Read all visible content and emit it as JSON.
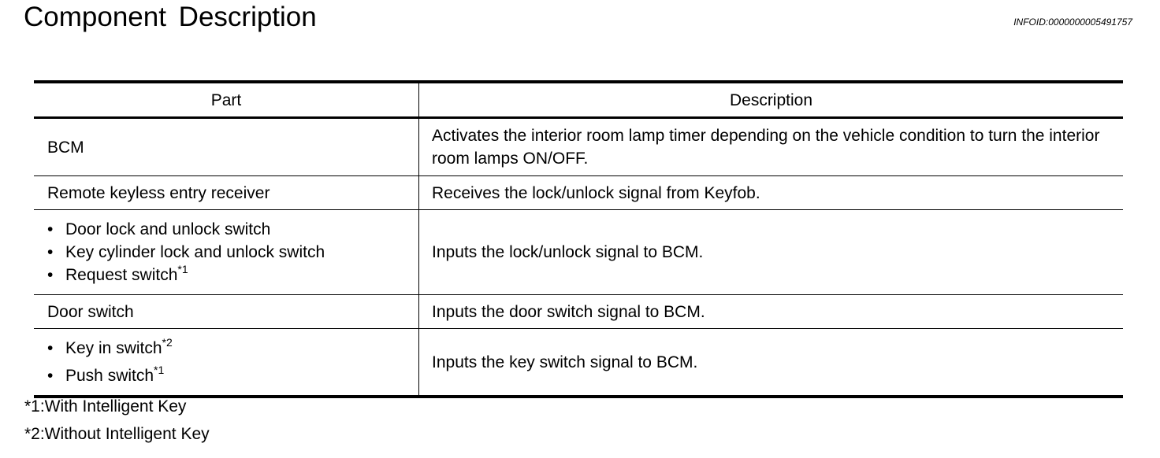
{
  "header": {
    "title": "Component Description",
    "info_id": "INFOID:0000000005491757"
  },
  "table": {
    "headers": {
      "part": "Part",
      "description": "Description"
    },
    "rows": [
      {
        "part": "BCM",
        "description": "Activates the interior room lamp timer depending on the vehicle condition to turn the interior room lamps ON/OFF."
      },
      {
        "part": "Remote keyless entry receiver",
        "description": "Receives the lock/unlock signal from Keyfob."
      },
      {
        "part_items": [
          {
            "text": "Door lock and unlock switch",
            "note": ""
          },
          {
            "text": "Key cylinder lock and unlock switch",
            "note": ""
          },
          {
            "text": "Request switch",
            "note": "*1"
          }
        ],
        "description": "Inputs the lock/unlock signal to BCM."
      },
      {
        "part": "Door switch",
        "description": "Inputs the door switch signal to BCM."
      },
      {
        "part_items": [
          {
            "text": "Key in switch",
            "note": "*2"
          },
          {
            "text": "Push switch",
            "note": "*1"
          }
        ],
        "description": "Inputs the key switch signal to BCM."
      }
    ]
  },
  "footnotes": {
    "note1": "*1:With Intelligent Key",
    "note2": "*2:Without Intelligent Key"
  }
}
